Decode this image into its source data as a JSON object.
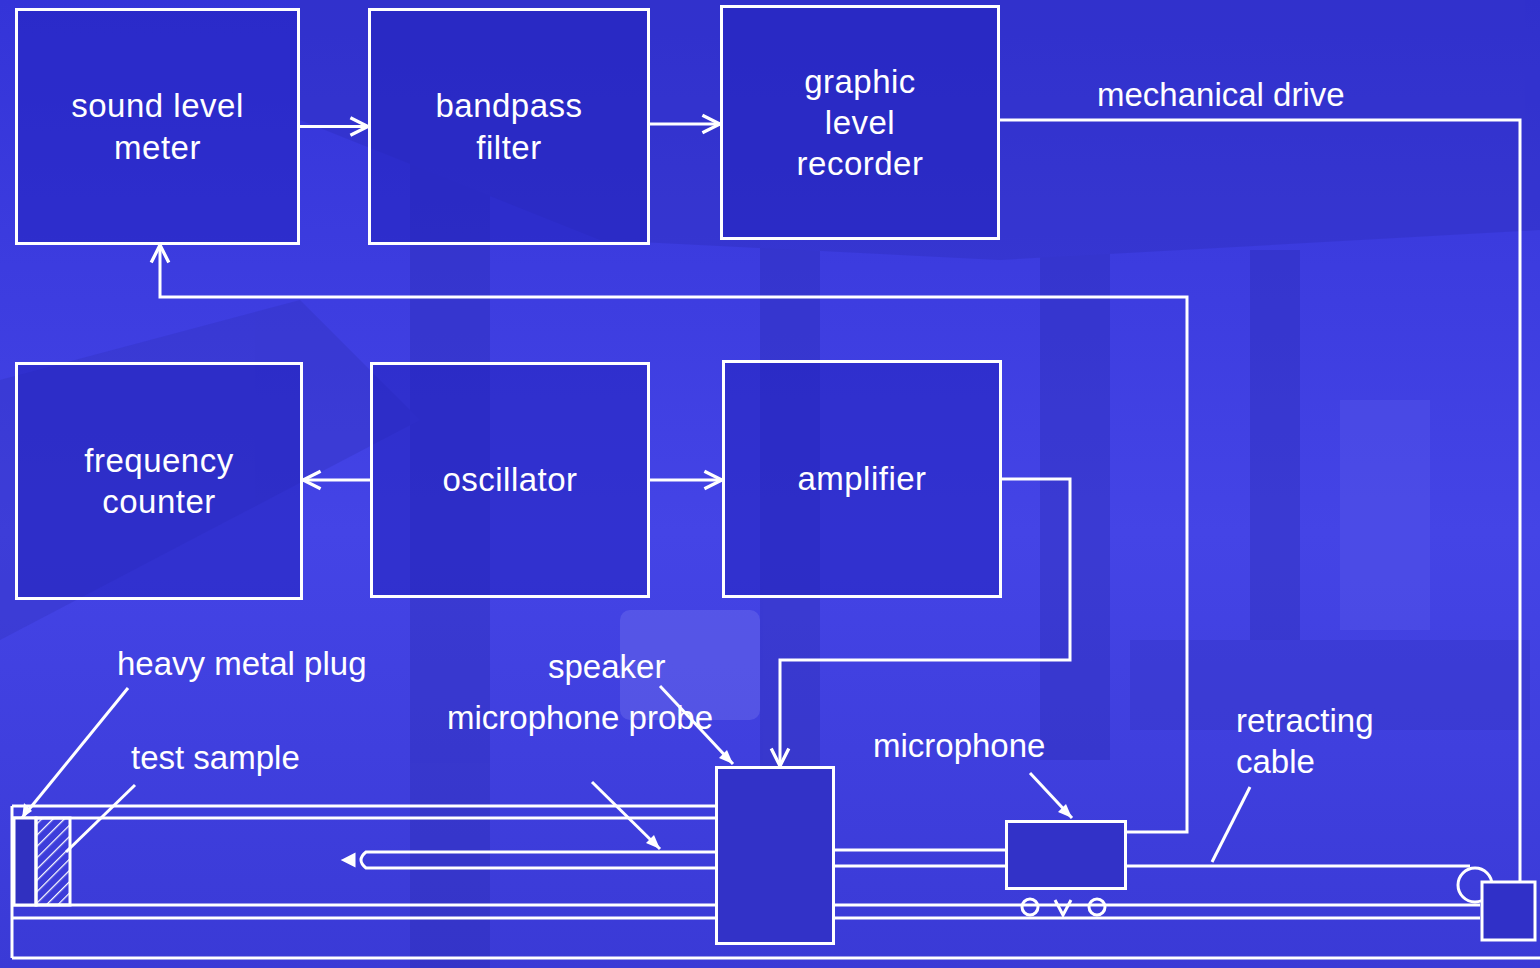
{
  "diagram": {
    "nodes": [
      {
        "text": [
          "sound level meter"
        ]
      },
      {
        "text": [
          "bandpass filter"
        ]
      },
      {
        "text": [
          "graphic level recorder"
        ]
      },
      {
        "text": [
          "frequency counter"
        ]
      },
      {
        "text": [
          "oscillator"
        ]
      },
      {
        "text": [
          "amplifier"
        ]
      },
      {
        "text": [
          "speaker"
        ]
      },
      {
        "text": [
          "microphone"
        ]
      }
    ],
    "edges": [
      {
        "from": 0,
        "to": 1,
        "arrow": "to"
      },
      {
        "from": 1,
        "to": 2,
        "arrow": "to"
      },
      {
        "from": 4,
        "to": 3,
        "arrow": "to"
      },
      {
        "from": 4,
        "to": 5,
        "arrow": "to"
      },
      {
        "from": 5,
        "to": 6,
        "arrow": "to"
      },
      {
        "from": 7,
        "to": 0,
        "arrow": "to"
      }
    ],
    "labels": [
      "mechanical drive",
      "heavy metal plug",
      "test sample",
      "microphone probe",
      "retracting cable"
    ]
  }
}
